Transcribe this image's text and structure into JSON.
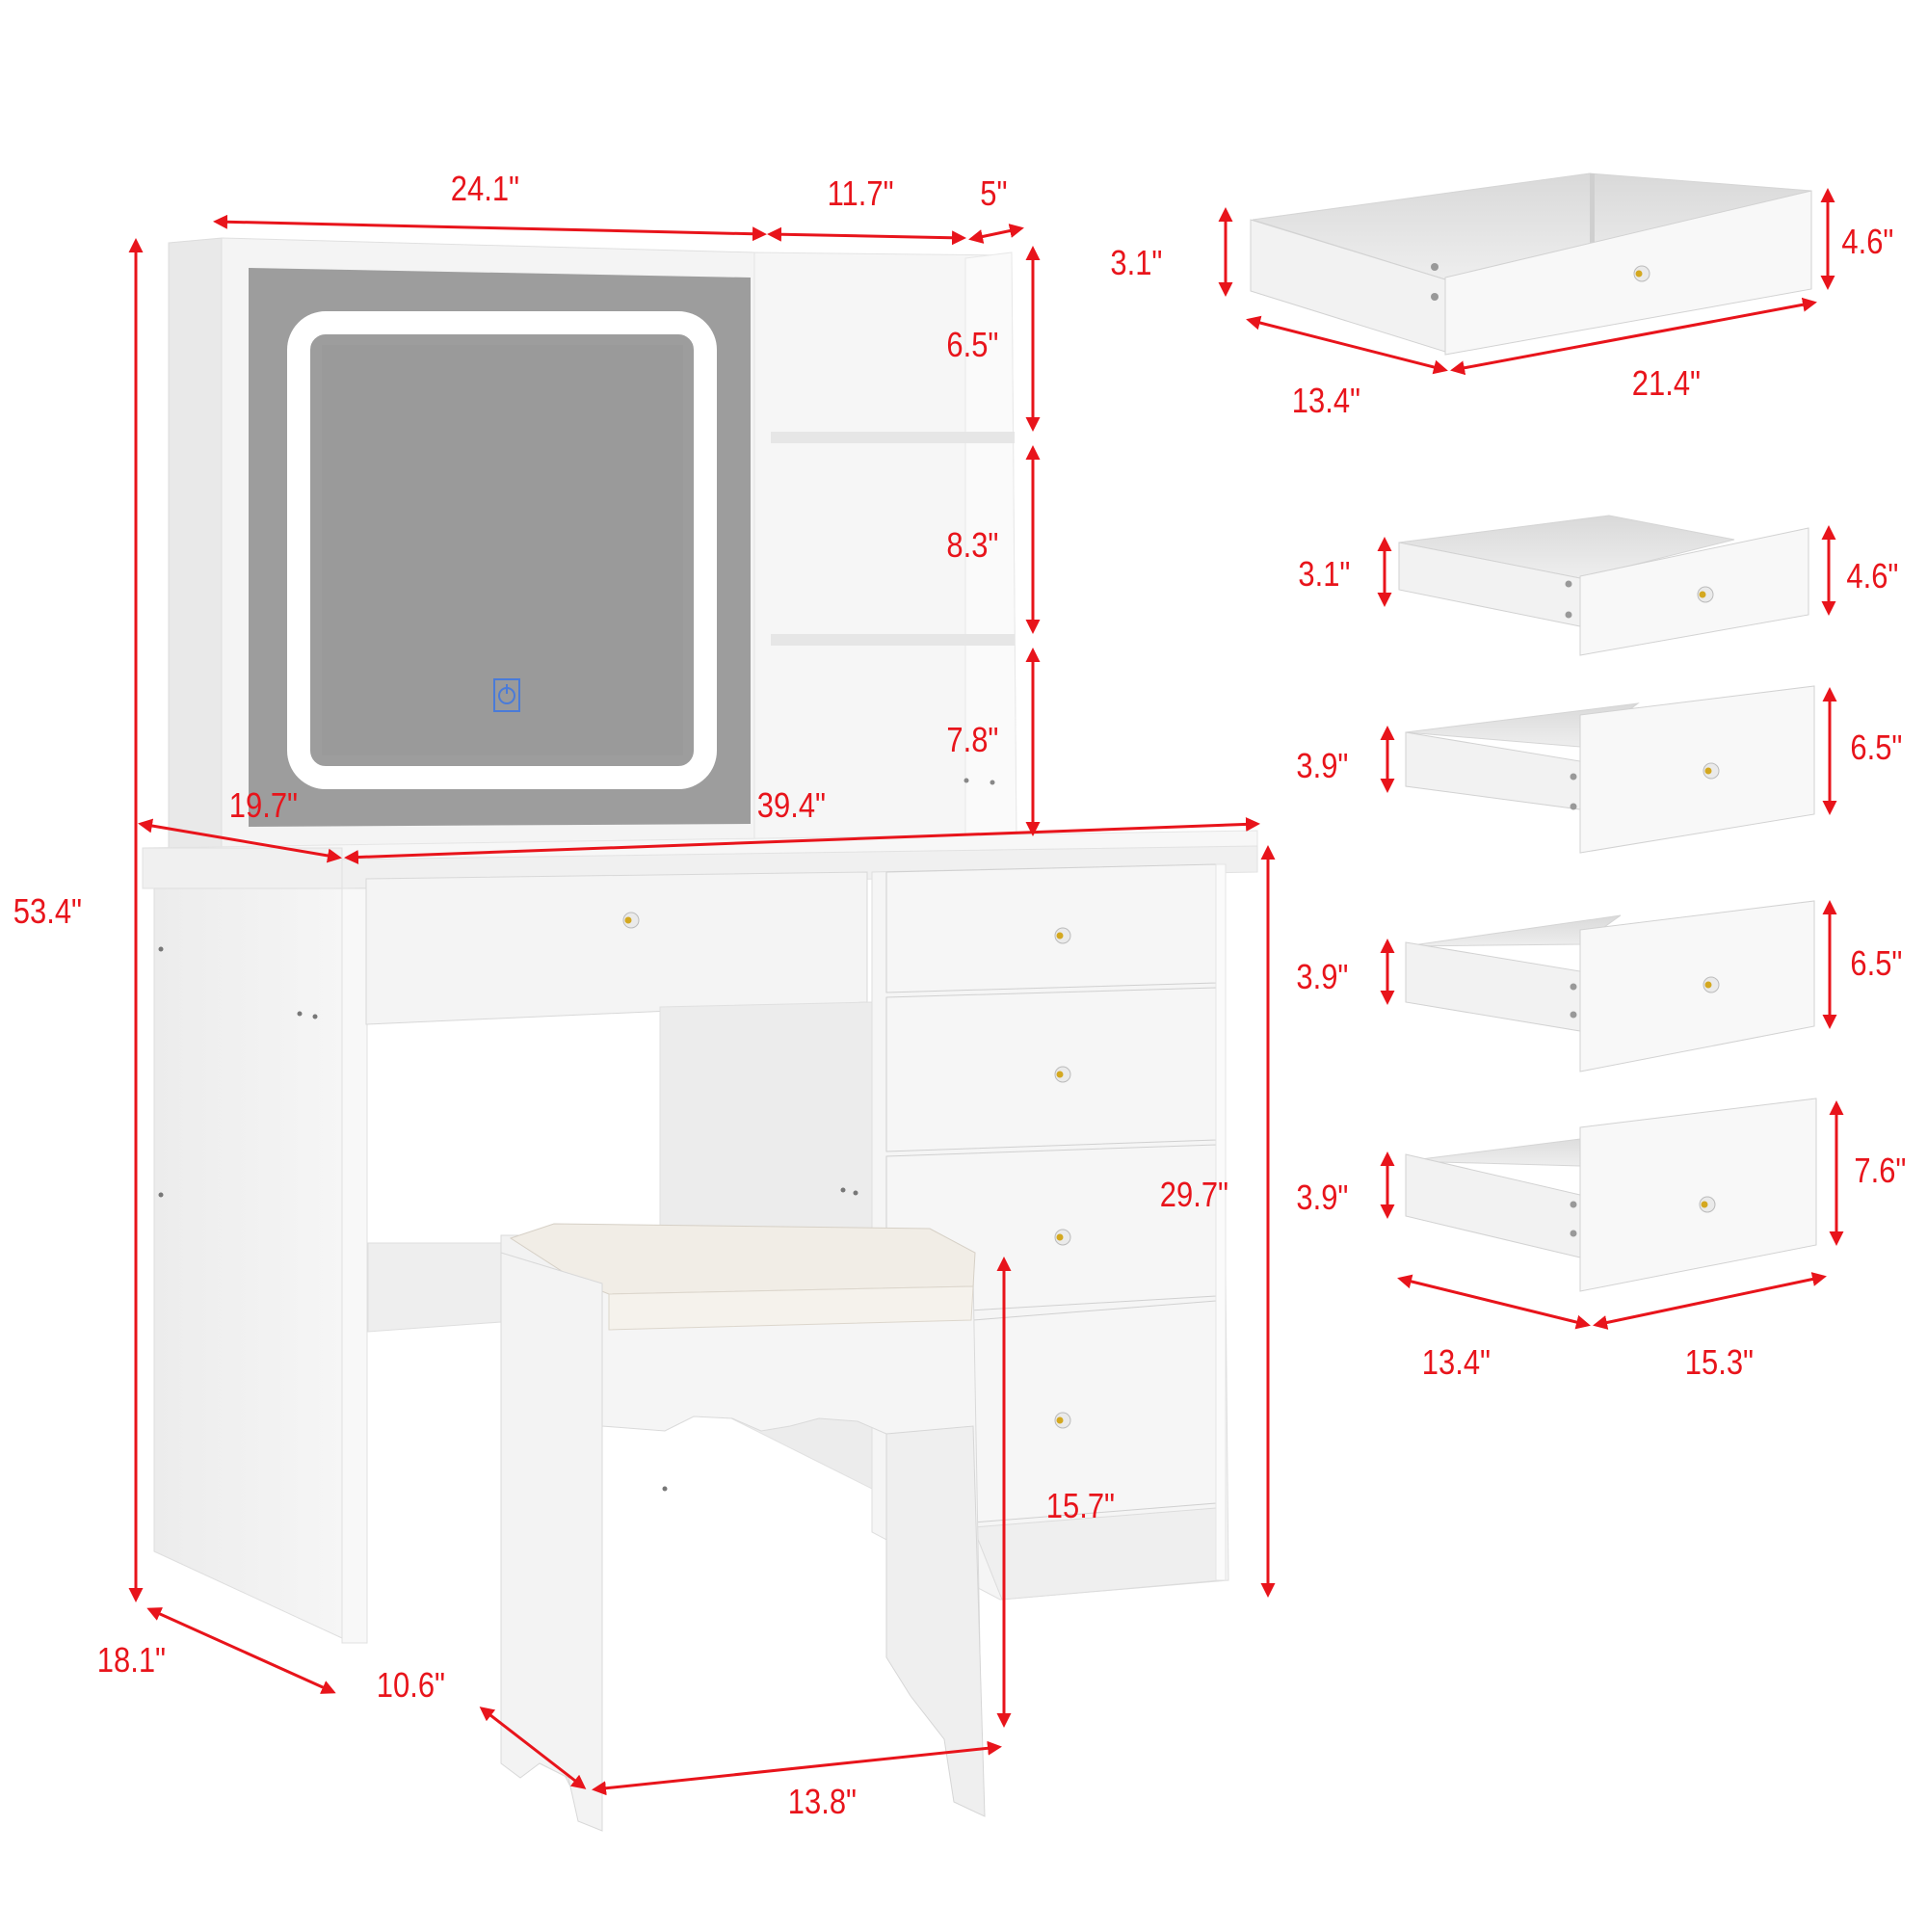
{
  "colors": {
    "dimension": "#e8141b",
    "furniture": "#f3f3f3",
    "furniture_shade": "#e2e2e2",
    "mirror_panel": "#9b9b9b",
    "led_ring": "#ffffff",
    "touch_button": "#4a7bd8",
    "cushion": "#f1ede6",
    "knob_gold": "#d4a820"
  },
  "vanity": {
    "hutch": {
      "mirror_width": "24.1\"",
      "shelf_width": "11.7\"",
      "shelf_depth": "5\"",
      "shelf_heights": [
        "6.5\"",
        "8.3\"",
        "7.8\""
      ],
      "mirror_touch_icon": "power-icon"
    },
    "overall_height": "53.4\"",
    "desk_depth": "19.7\"",
    "desk_width": "39.4\"",
    "desk_height": "29.7\"",
    "base_depth": "18.1\""
  },
  "stool": {
    "depth": "10.6\"",
    "width": "13.8\"",
    "height": "15.7\""
  },
  "drawers": [
    {
      "side_height": "3.1\"",
      "front_height": "4.6\"",
      "depth": "13.4\"",
      "width": "21.4\""
    },
    {
      "side_height": "3.1\"",
      "front_height": "4.6\""
    },
    {
      "side_height": "3.9\"",
      "front_height": "6.5\""
    },
    {
      "side_height": "3.9\"",
      "front_height": "6.5\""
    },
    {
      "side_height": "3.9\"",
      "front_height": "7.6\"",
      "depth": "13.4\"",
      "width": "15.3\""
    }
  ]
}
